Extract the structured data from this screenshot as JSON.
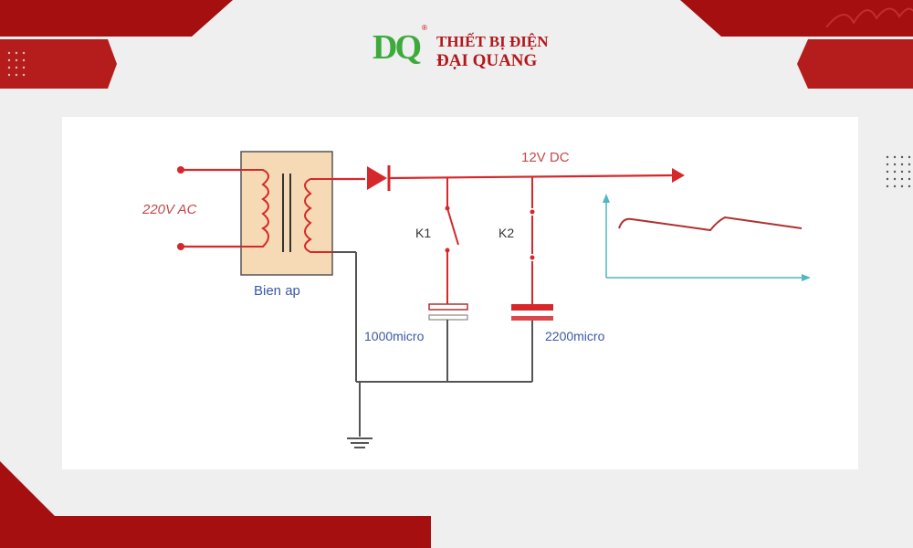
{
  "brand": {
    "mark_text": "DQ",
    "name_line1": "THIẾT BỊ ĐIỆN",
    "name_line2": "ĐẠI QUANG",
    "colors": {
      "brand_red": "#a50f0f",
      "brand_green": "#3daa3c"
    }
  },
  "diagram": {
    "labels": {
      "input": "220V AC",
      "transformer": "Bien ap",
      "output": "12V DC",
      "switch1": "K1",
      "switch2": "K2",
      "cap1": "1000micro",
      "cap2": "2200micro"
    },
    "colors": {
      "wire": "#d6272b",
      "ground_wire": "#555555",
      "transformer_fill": "#f6d9b5",
      "label_blue": "#3b58a8",
      "axis": "#4fb6c4",
      "waveform": "#b03030"
    }
  }
}
